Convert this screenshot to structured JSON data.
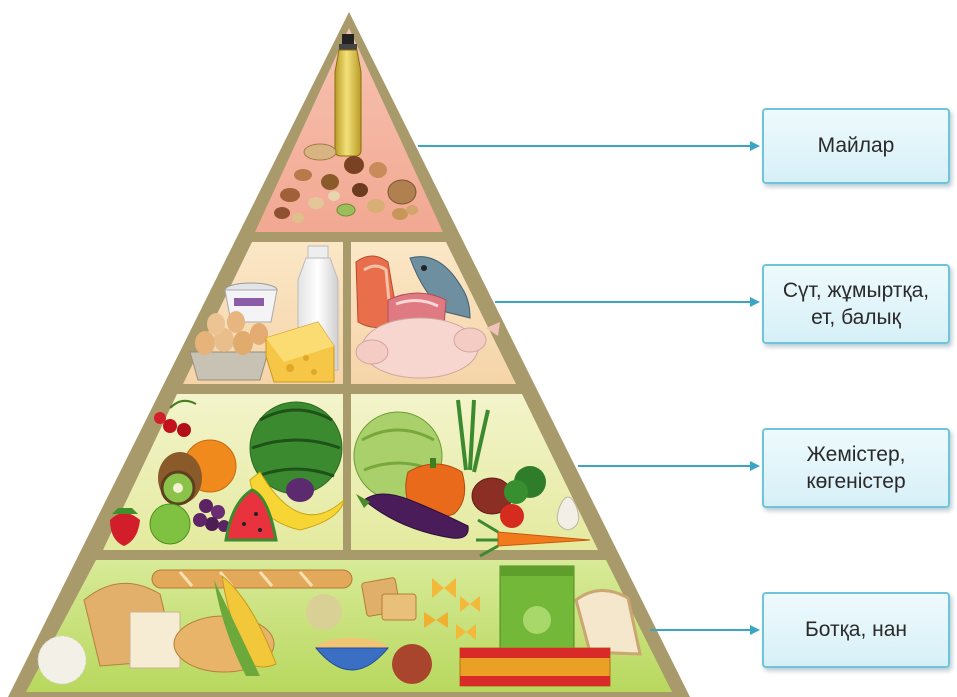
{
  "pyramid": {
    "tiers": [
      {
        "id": "fats",
        "label": "Майлар"
      },
      {
        "id": "protein",
        "label": "Сүт, жұмыртқа,\nет, балық"
      },
      {
        "id": "produce",
        "label": "Жемістер,\nкөгеністер"
      },
      {
        "id": "grains",
        "label": "Ботқа, нан"
      }
    ]
  },
  "colors": {
    "frame": "#a89a6a",
    "tier_fats": "#f4b7a4",
    "tier_protein": "#f8e0bd",
    "tier_produce": "#eef0b8",
    "tier_grains": "#c9e27a",
    "connector": "#3aa6c4",
    "label_border": "#6fc4d9",
    "label_fill": "#e2f4f9"
  },
  "icons": [
    "oil-bottle-icon",
    "peanut-icon",
    "almond-icon",
    "walnut-icon",
    "pistachio-icon",
    "hazelnut-icon",
    "milk-bottle-icon",
    "yogurt-cup-icon",
    "egg-carton-icon",
    "cheese-icon",
    "salmon-steak-icon",
    "fish-icon",
    "raw-meat-icon",
    "raw-chicken-icon",
    "cherries-icon",
    "orange-icon",
    "watermelon-icon",
    "banana-icon",
    "kiwi-icon",
    "grapes-icon",
    "strawberry-icon",
    "apple-icon",
    "plum-icon",
    "pear-icon",
    "cabbage-icon",
    "bell-pepper-icon",
    "onion-icon",
    "eggplant-icon",
    "carrot-icon",
    "garlic-icon",
    "tomato-icon",
    "broccoli-icon",
    "green-onion-icon",
    "bread-loaf-icon",
    "baguette-icon",
    "corn-icon",
    "crackers-icon",
    "farfalle-pasta-icon",
    "cereal-bowl-icon",
    "cereal-box-icon",
    "bread-slice-icon",
    "rice-icon",
    "spaghetti-pack-icon",
    "lentils-icon",
    "oat-cookie-icon"
  ]
}
